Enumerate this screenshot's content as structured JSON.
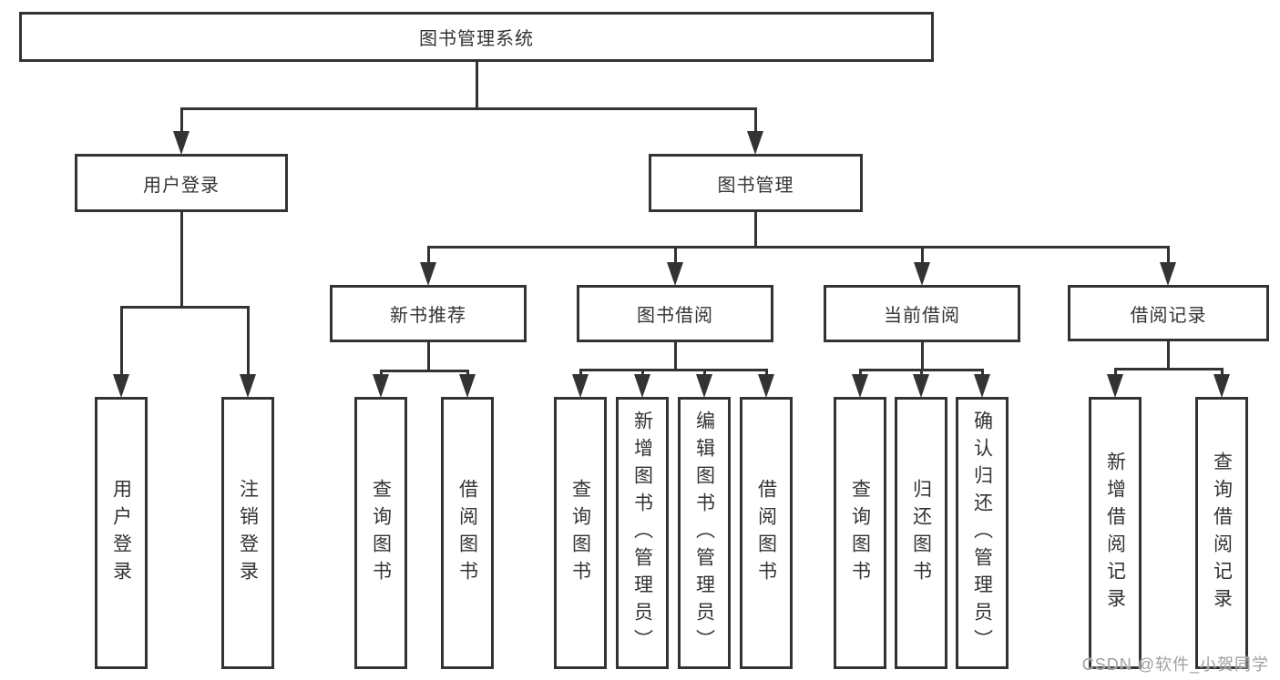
{
  "diagram": {
    "title": "图书管理系统",
    "nodes": [
      {
        "id": "root",
        "label": "图书管理系统",
        "orientation": "horizontal",
        "children": [
          "user-login",
          "book-mgmt"
        ]
      },
      {
        "id": "user-login",
        "label": "用户登录",
        "orientation": "horizontal",
        "children": [
          "v-user-login",
          "v-logout"
        ]
      },
      {
        "id": "book-mgmt",
        "label": "图书管理",
        "orientation": "horizontal",
        "children": [
          "new-book-rec",
          "book-borrow",
          "current-borrow",
          "borrow-records"
        ]
      },
      {
        "id": "new-book-rec",
        "label": "新书推荐",
        "orientation": "horizontal",
        "children": [
          "v-query-book-1",
          "v-borrow-book-1"
        ]
      },
      {
        "id": "book-borrow",
        "label": "图书借阅",
        "orientation": "horizontal",
        "children": [
          "v-query-book-2",
          "v-add-book",
          "v-edit-book",
          "v-borrow-book-2"
        ]
      },
      {
        "id": "current-borrow",
        "label": "当前借阅",
        "orientation": "horizontal",
        "children": [
          "v-query-book-3",
          "v-return-book",
          "v-confirm-return"
        ]
      },
      {
        "id": "borrow-records",
        "label": "借阅记录",
        "orientation": "horizontal",
        "children": [
          "v-add-borrow-record",
          "v-query-borrow-record"
        ]
      },
      {
        "id": "v-user-login",
        "label": "用户登录",
        "orientation": "vertical",
        "children": []
      },
      {
        "id": "v-logout",
        "label": "注销登录",
        "orientation": "vertical",
        "children": []
      },
      {
        "id": "v-query-book-1",
        "label": "查询图书",
        "orientation": "vertical",
        "children": []
      },
      {
        "id": "v-borrow-book-1",
        "label": "借阅图书",
        "orientation": "vertical",
        "children": []
      },
      {
        "id": "v-query-book-2",
        "label": "查询图书",
        "orientation": "vertical",
        "children": []
      },
      {
        "id": "v-add-book",
        "label": "新增图书（管理员）",
        "orientation": "vertical",
        "children": []
      },
      {
        "id": "v-edit-book",
        "label": "编辑图书（管理员）",
        "orientation": "vertical",
        "children": []
      },
      {
        "id": "v-borrow-book-2",
        "label": "借阅图书",
        "orientation": "vertical",
        "children": []
      },
      {
        "id": "v-query-book-3",
        "label": "查询图书",
        "orientation": "vertical",
        "children": []
      },
      {
        "id": "v-return-book",
        "label": "归还图书",
        "orientation": "vertical",
        "children": []
      },
      {
        "id": "v-confirm-return",
        "label": "确认归还（管理员）",
        "orientation": "vertical",
        "children": []
      },
      {
        "id": "v-add-borrow-record",
        "label": "新增借阅记录",
        "orientation": "vertical",
        "children": []
      },
      {
        "id": "v-query-borrow-record",
        "label": "查询借阅记录",
        "orientation": "vertical",
        "children": []
      }
    ]
  },
  "watermark": {
    "text": "CSDN @软件_小贺同学"
  },
  "colors": {
    "line": "#333333",
    "text": "#333333",
    "box_background": "#ffffff",
    "page_background": "#ffffff",
    "watermark": "#a0a0a0"
  }
}
